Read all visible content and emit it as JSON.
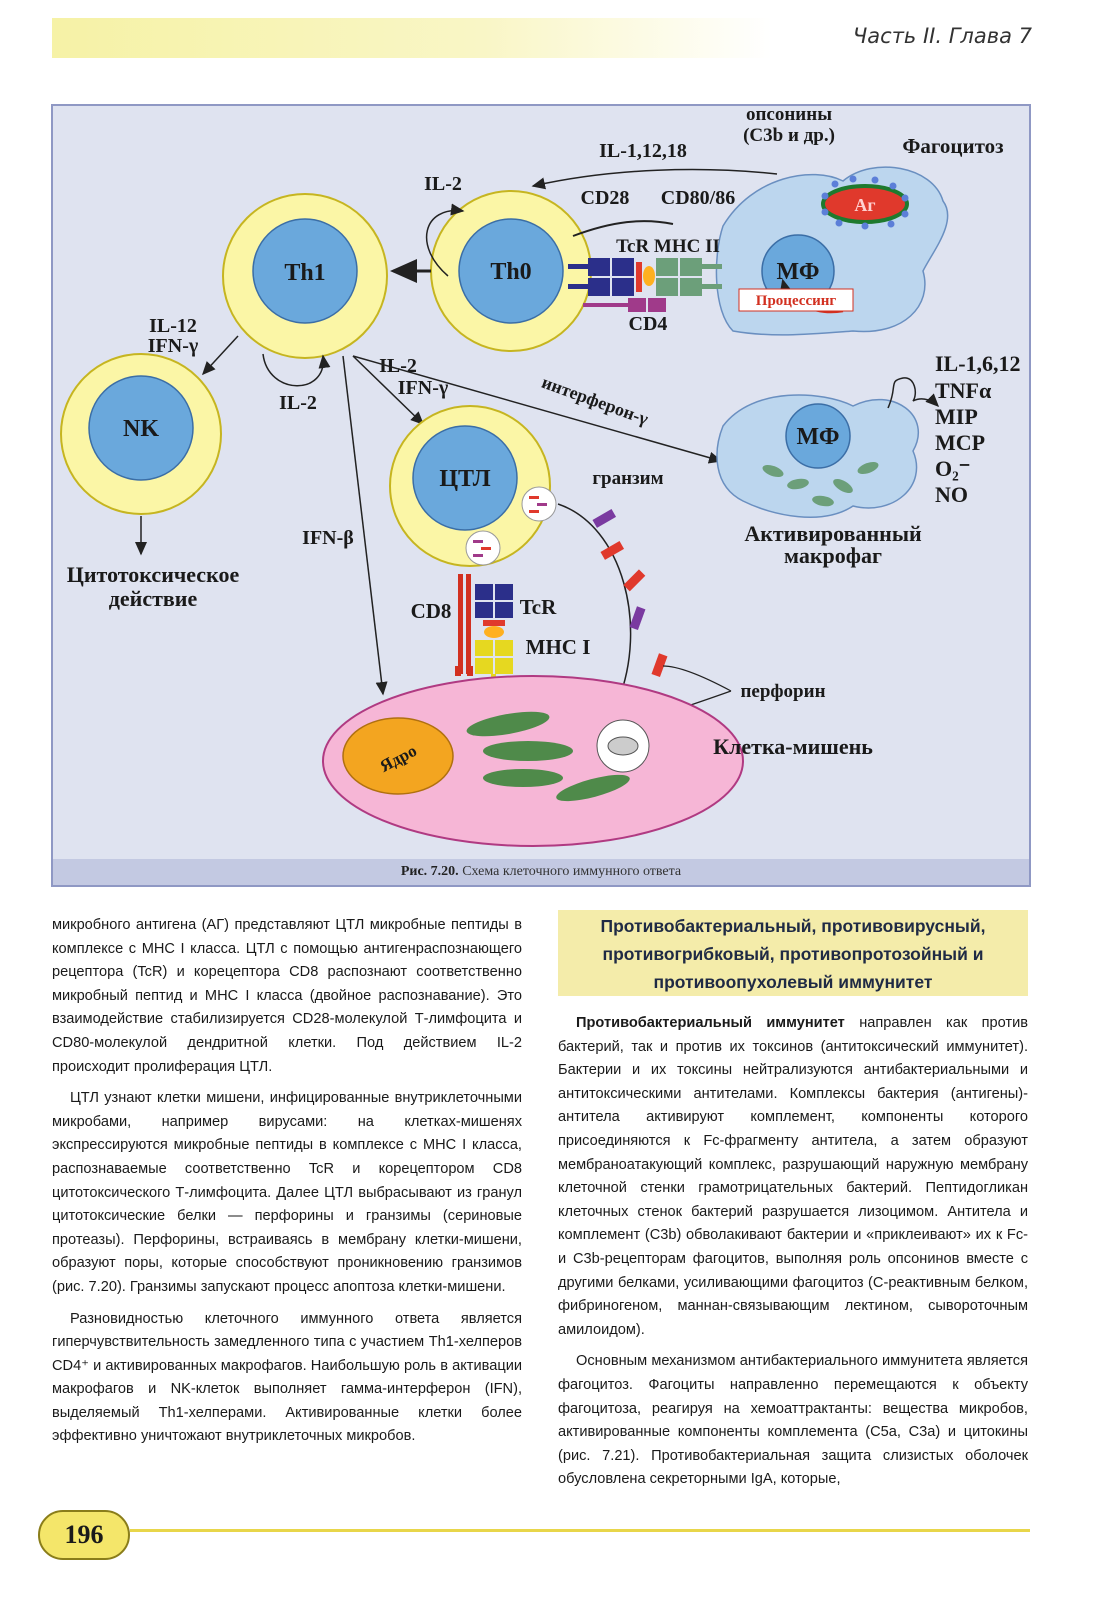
{
  "header": {
    "running_head": "Часть II. Глава 7"
  },
  "figure": {
    "labels": {
      "opsonins_1": "опсонины",
      "opsonins_2": "(C3b и др.)",
      "phagocytosis": "Фагоцитоз",
      "il_1_12_18": "IL-1,12,18",
      "il2_top": "IL-2",
      "cd28": "CD28",
      "cd80_86": "CD80/86",
      "tcr_mhc2": "TcR MHC II",
      "ag": "Аг",
      "mf": "МФ",
      "processing": "Процессинг",
      "cd4": "CD4",
      "th1": "Th1",
      "th0": "Th0",
      "il12": "IL-12",
      "ifn_gamma": "IFN-γ",
      "il2_mid": "IL-2",
      "il2_th1": "IL-2",
      "ifn_gamma_ctl": "IFN-γ",
      "interferon_gamma": "интерферон-γ",
      "nk": "NK",
      "ctl": "ЦТЛ",
      "granzyme": "гранзим",
      "mf2": "МФ",
      "mediators": [
        "IL-1,6,12",
        "TNFα",
        "MIP",
        "MCP",
        "O₂⁻",
        "NO"
      ],
      "activated_1": "Активированный",
      "activated_2": "макрофаг",
      "ifn_beta": "IFN-β",
      "cytotoxic_1": "Цитотоксическое",
      "cytotoxic_2": "действие",
      "cd8": "CD8",
      "tcr": "TcR",
      "mhc1": "MHC I",
      "perforin": "перфорин",
      "nucleus": "Ядро",
      "target_cell": "Клетка-мишень"
    },
    "caption_label": "Рис. 7.20.",
    "caption_text": " Схема клеточного иммунного ответа"
  },
  "left_column": [
    "микробного антигена (АГ) представляют ЦТЛ микробные пептиды в комплексе с МНС I класса. ЦТЛ с помощью антигенраспознающего рецептора (TcR) и корецептора CD8 распознают соответственно микробный пептид и МНС I класса (двойное распознавание). Это взаимодействие стабилизируется CD28-молекулой Т-лимфоцита и CD80-молекулой дендритной клетки. Под действием IL-2 происходит пролиферация ЦТЛ.",
    "ЦТЛ узнают клетки мишени, инфицированные внутриклеточными микробами, например вирусами: на клетках-мишенях экспрессируются микробные пептиды в комплексе с МНС I класса, распознаваемые соответственно TcR и корецептором CD8 цитотоксического Т-лимфоцита. Далее ЦТЛ выбрасывают из гранул цитотоксические белки — перфорины и гранзимы (сериновые протеазы). Перфорины, встраиваясь в мембрану клетки-мишени, образуют поры, которые способствуют проникновению гранзимов (рис. 7.20). Гранзимы запускают процесс апоптоза клетки-мишени.",
    "Разновидностью клеточного иммунного ответа является гиперчувствительность замедленного типа с участием Th1-хелперов CD4⁺ и активированных макрофагов. Наибольшую роль в активации макрофагов и NK-клеток выполняет гамма-интерферон (IFN), выделяемый Th1-хелперами. Активированные клетки более эффективно уничтожают внутриклеточных микробов."
  ],
  "right_column": {
    "heading": "Противобактериальный, противовирусный, противогрибковый, противопротозойный и противоопухолевый иммунитет",
    "p1_bold": "Противобактериальный иммунитет",
    "p1_rest": " направлен как против бактерий, так и против их токсинов (антитоксический иммунитет). Бактерии и их токсины нейтрализуются антибактериальными и антитоксическими антителами. Комплексы бактерия (антигены)-антитела активируют комплемент, компоненты которого присоединяются к Fc-фрагменту антитела, а затем образуют мембраноатакующий комплекс, разрушающий наружную мембрану клеточной стенки грамотрицательных бактерий. Пептидогликан клеточных стенок бактерий разрушается лизоцимом. Антитела и комплемент (C3b) обволакивают бактерии и «приклеивают» их к Fc- и C3b-рецепторам фагоцитов, выполняя роль опсонинов вместе с другими белками, усиливающими фагоцитоз (С-реактивным белком, фибриногеном, маннан-связывающим лектином, сывороточным амилоидом).",
    "p2": "Основным механизмом антибактериального иммунитета является фагоцитоз. Фагоциты направленно перемещаются к объекту фагоцитоза, реагируя на хемоаттрактанты: вещества микробов, активированные компоненты комплемента (C5a, C3a) и цитокины (рис. 7.21). Противобактериальная защита слизистых оболочек обусловлена секреторными IgA, которые,"
  },
  "footer": {
    "page_number": "196"
  }
}
